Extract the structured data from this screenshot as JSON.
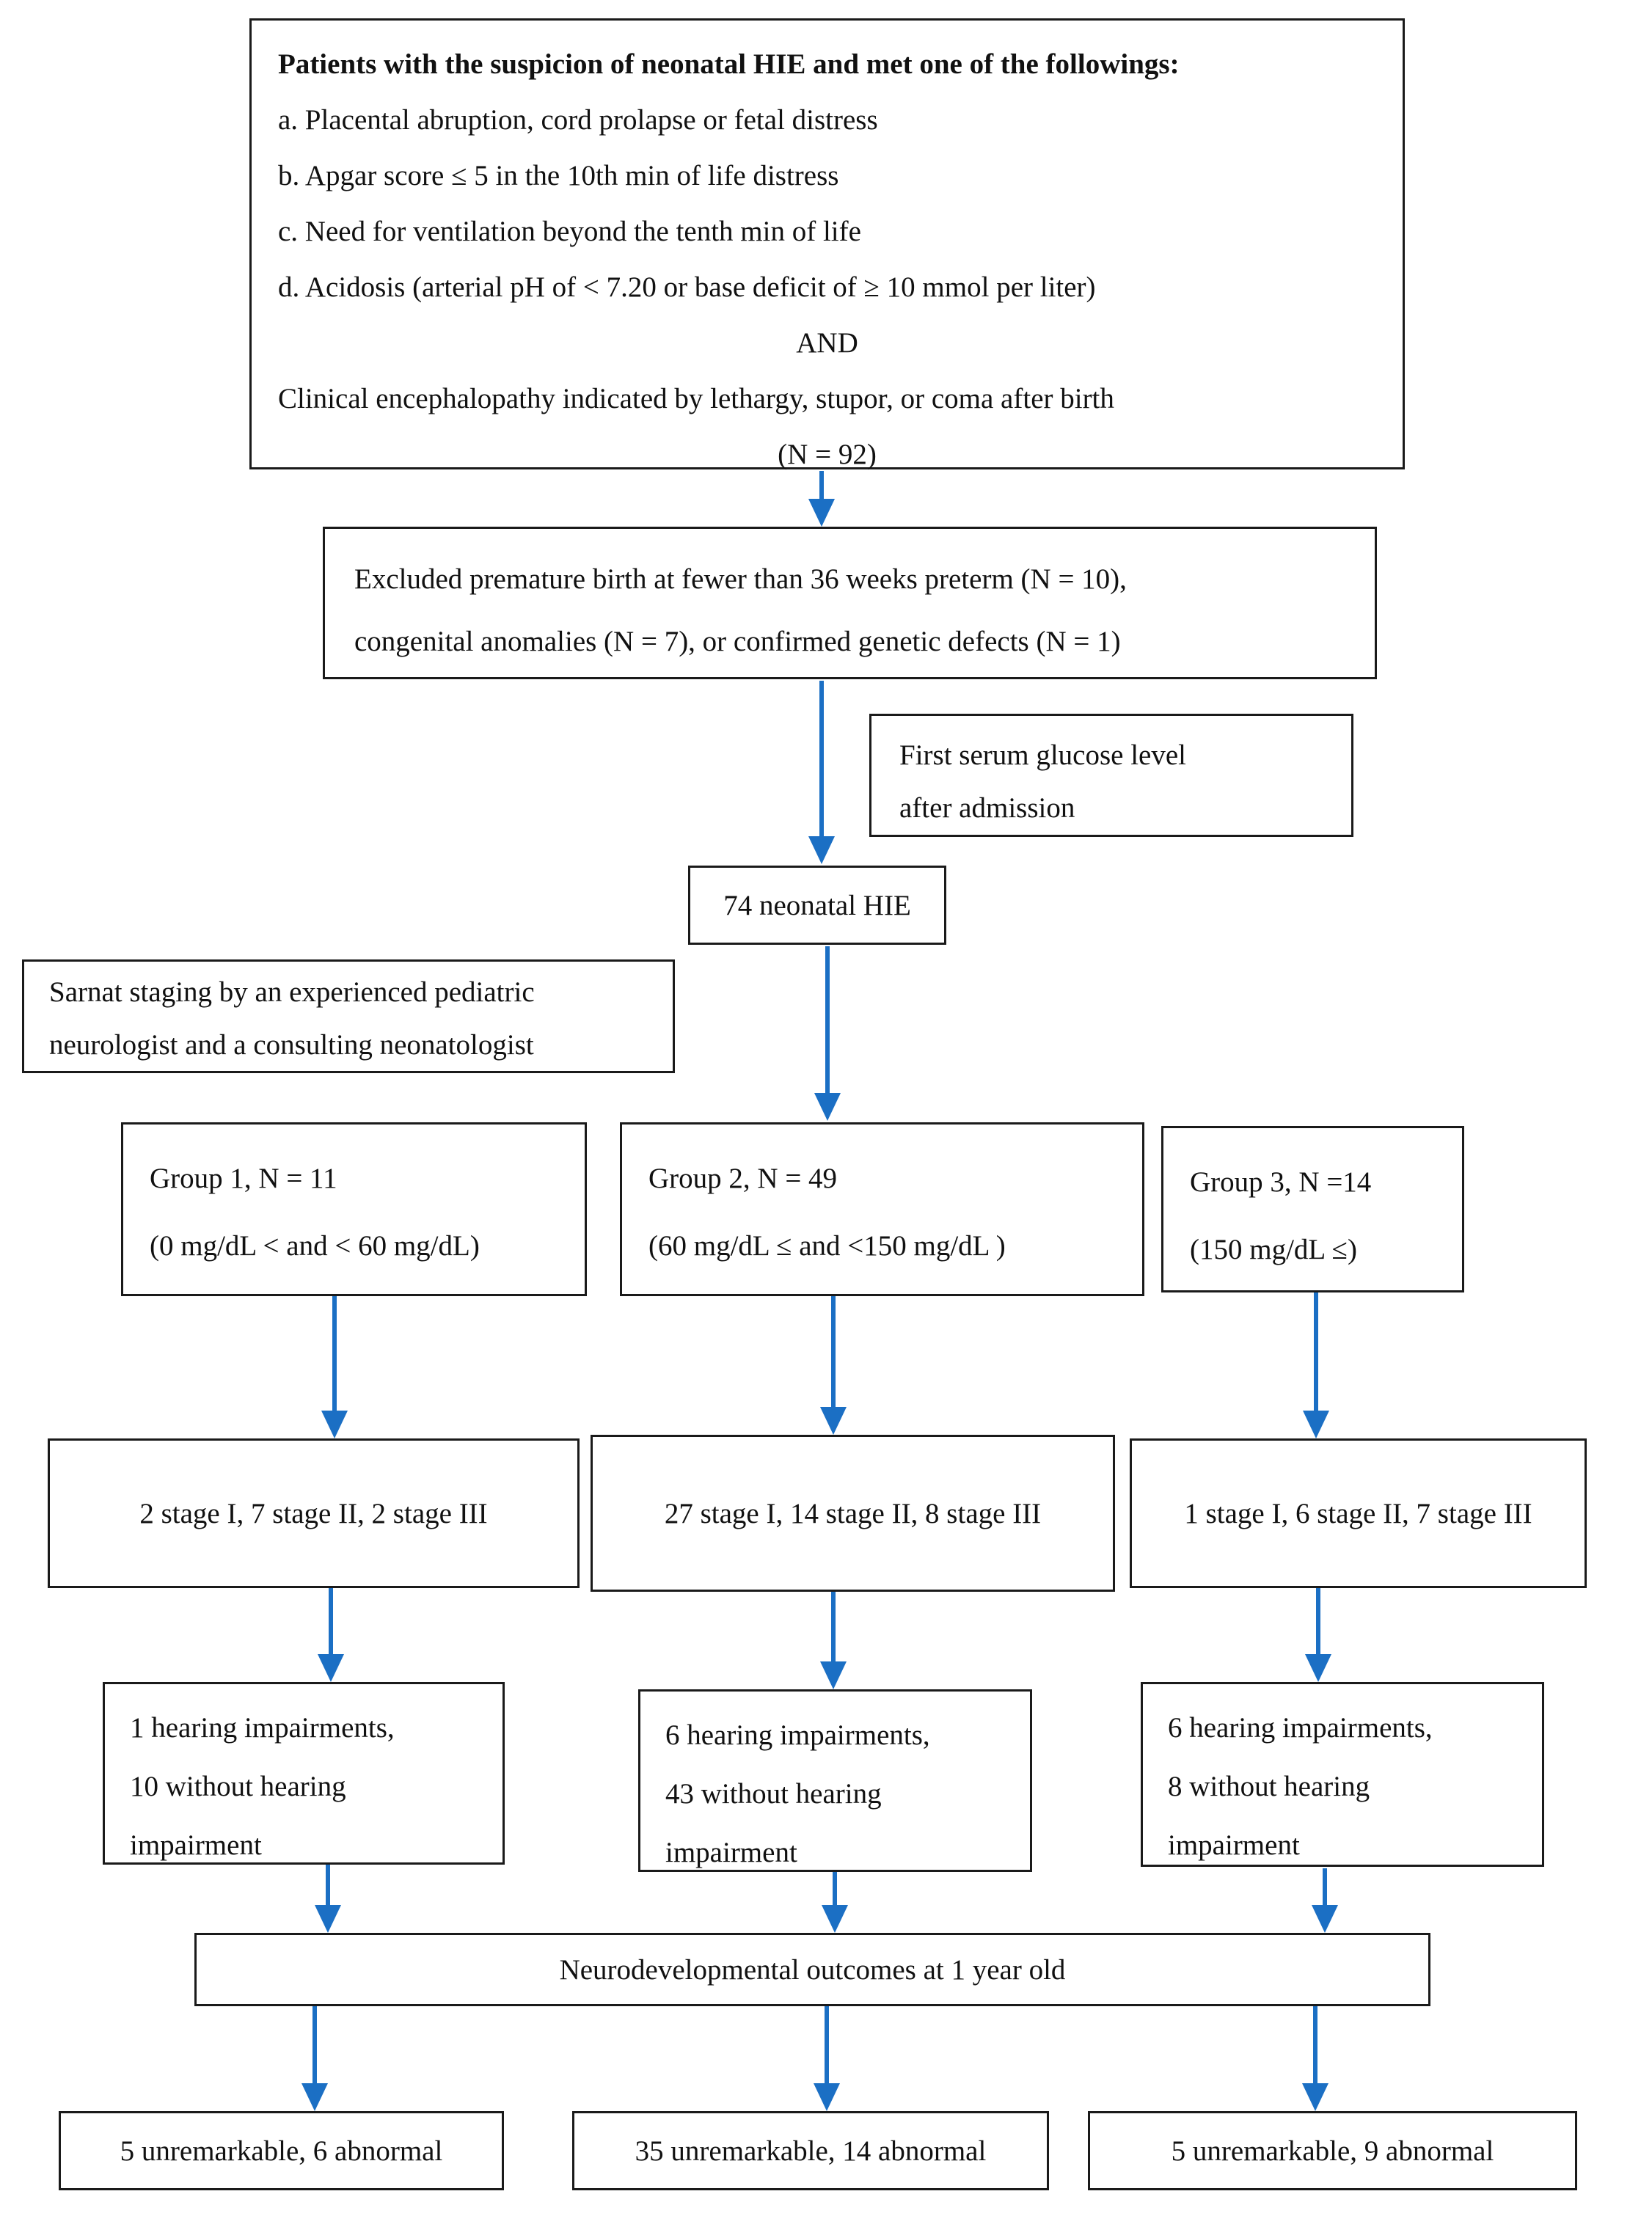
{
  "diagram": {
    "arrow_color": "#1b6fc4",
    "nodes": {
      "criteria": {
        "title": "Patients with the suspicion of neonatal HIE and met one of the followings:",
        "item_a": "a. Placental abruption, cord prolapse or fetal distress",
        "item_b": "b. Apgar score ≤ 5 in the 10th min of life distress",
        "item_c": "c. Need for ventilation beyond the tenth min of life",
        "item_d": "d. Acidosis (arterial pH of < 7.20 or base deficit of ≥ 10 mmol per liter)",
        "conjunction": "AND",
        "clinical": "Clinical encephalopathy indicated by lethargy, stupor, or coma after birth",
        "n": "(N = 92)"
      },
      "excluded": {
        "line1": "Excluded premature birth at fewer than 36 weeks preterm (N = 10),",
        "line2": "congenital anomalies (N = 7), or confirmed genetic defects (N = 1)"
      },
      "glucose": {
        "line1": "First serum glucose level",
        "line2": "after admission"
      },
      "hie": {
        "label": "74 neonatal HIE"
      },
      "sarnat": {
        "line1": "Sarnat staging by an experienced pediatric",
        "line2": "neurologist and a consulting neonatologist"
      },
      "group1": {
        "line1": "Group 1, N = 11",
        "line2": "(0 mg/dL < and < 60 mg/dL)"
      },
      "group2": {
        "line1": "Group 2, N = 49",
        "line2": "(60 mg/dL ≤ and <150 mg/dL )"
      },
      "group3": {
        "line1": "Group 3, N =14",
        "line2": "(150 mg/dL ≤)"
      },
      "stage1": {
        "label": "2 stage I, 7 stage II, 2 stage III"
      },
      "stage2": {
        "label": "27 stage I, 14 stage II, 8 stage III"
      },
      "stage3": {
        "label": "1 stage I, 6 stage II, 7 stage III"
      },
      "hearing1": {
        "line1": "1 hearing impairments,",
        "line2": "10 without hearing",
        "line3": "impairment"
      },
      "hearing2": {
        "line1": "6 hearing impairments,",
        "line2": "43 without hearing",
        "line3": "impairment"
      },
      "hearing3": {
        "line1": "6 hearing impairments,",
        "line2": "8 without hearing",
        "line3": "impairment"
      },
      "outcomes": {
        "label": "Neurodevelopmental outcomes at 1 year old"
      },
      "result1": {
        "label": "5 unremarkable, 6 abnormal"
      },
      "result2": {
        "label": "35 unremarkable, 14 abnormal"
      },
      "result3": {
        "label": "5 unremarkable, 9 abnormal"
      }
    }
  }
}
